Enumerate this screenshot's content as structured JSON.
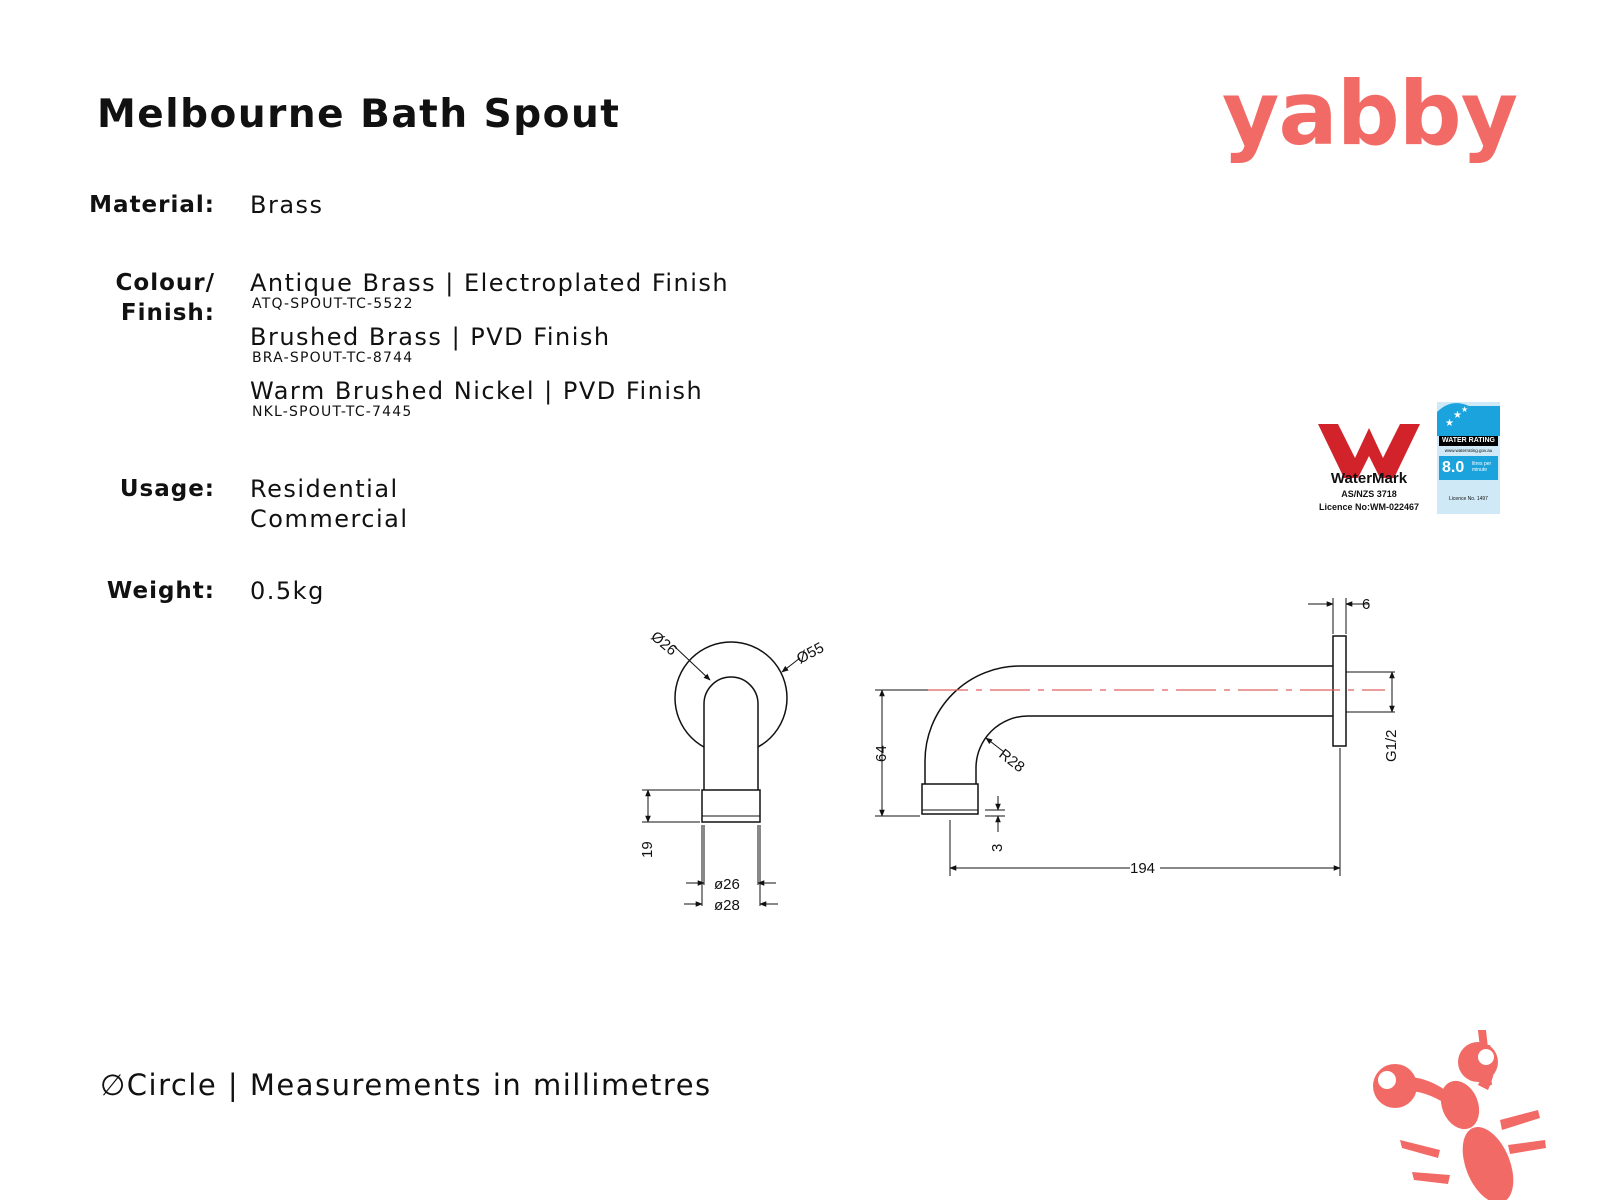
{
  "title": "Melbourne Bath Spout",
  "brand": "yabby",
  "specs": {
    "material_label": "Material:",
    "material_value": "Brass",
    "colour_label_1": "Colour/",
    "colour_label_2": "Finish:",
    "finishes": [
      {
        "name": "Antique Brass | Electroplated Finish",
        "code": "ATQ-SPOUT-TC-5522"
      },
      {
        "name": "Brushed Brass | PVD Finish",
        "code": "BRA-SPOUT-TC-8744"
      },
      {
        "name": "Warm Brushed Nickel | PVD Finish",
        "code": "NKL-SPOUT-TC-7445"
      }
    ],
    "usage_label": "Usage:",
    "usage_values": [
      "Residential",
      "Commercial"
    ],
    "weight_label": "Weight:",
    "weight_value": "0.5kg"
  },
  "certifications": {
    "watermark": {
      "name": "WaterMark",
      "standard": "AS/NZS 3718",
      "licence": "Licence No:WM-022467"
    },
    "water_rating": {
      "header": "WATER RATING",
      "site": "www.waterrating.gov.au",
      "value": "8.0",
      "unit": "litres per minute",
      "licence": "Licence No. 1497"
    }
  },
  "drawing": {
    "front_view": {
      "dims": [
        "Ø26",
        "Ø55",
        "19",
        "ø26",
        "ø28"
      ]
    },
    "side_view": {
      "dims": [
        "6",
        "64",
        "R28",
        "G1/2",
        "3",
        "194"
      ]
    }
  },
  "footer": {
    "symbol": "∅",
    "text": "Circle | Measurements in millimetres"
  },
  "colors": {
    "brand": "#f26a66",
    "centerline": "#e26060",
    "watermark_red": "#d2232a",
    "water_rating_blue": "#1aa3dc"
  }
}
